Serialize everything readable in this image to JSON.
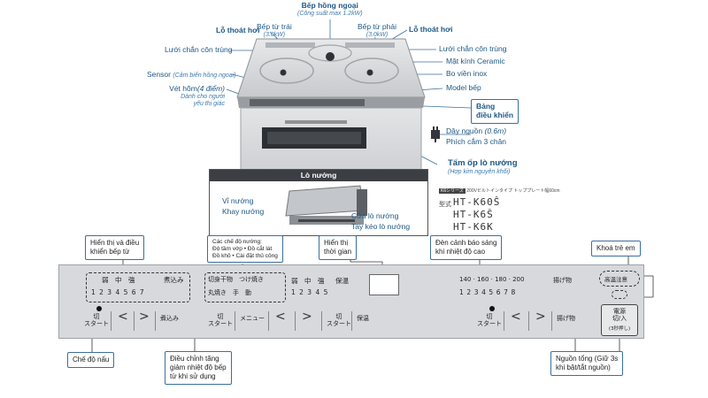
{
  "labels": {
    "bep_hong_ngoai": "Bếp hồng ngoại",
    "bep_hong_ngoai_sub": "(Công suất max 1.2kW)",
    "bep_tu_trai": "Bếp từ trái",
    "bep_tu_trai_sub": "(3.0kW)",
    "bep_tu_phai": "Bếp từ phải",
    "bep_tu_phai_sub": "(3.0kW)",
    "lo_thoat_hoi_left": "Lỗ thoát hơi",
    "lo_thoat_hoi_right": "Lỗ thoát hơi",
    "luoi_chan_left": "Lưới chắn côn trùng",
    "luoi_chan_right": "Lưới chắn côn trùng",
    "mat_kinh": "Mặt kính Ceramic",
    "bo_vien": "Bo viền inox",
    "sensor": "Sensor",
    "sensor_sub": "(Cảm biến hồng ngoại)",
    "vet_hom": "Vét hõm",
    "vet_hom_qty": "(4 điểm)",
    "vet_hom_sub1": "Dành cho người",
    "vet_hom_sub2": "yếu thị giác",
    "model_bep": "Model bếp",
    "bang_dieu_khien": "Bảng\nđiều khiển",
    "day_nguon": "Dây nguồn",
    "day_nguon_sub": "(0.6m)",
    "phich_cam": "Phích cắm 3 chân",
    "tam_op": "Tấm ốp lò nướng",
    "tam_op_sub": "(Hợp kim nguyên khối)",
    "lo_nuong": "Lò nướng",
    "vi_nuong": "Vỉ nướng",
    "khay_nuong": "Khay nướng",
    "cua_lo": "Cửa lò nướng",
    "tay_keo": "Tay kéo lò nướng"
  },
  "models": {
    "series_note": "K6シリーズ",
    "series_desc": "200Vビルトインタイプ トッププレート幅60cm",
    "kata": "型式",
    "m1": "HT-K60Ŝ",
    "m2": "HT-K6Ŝ",
    "m3": "HT-K6K"
  },
  "callouts": {
    "hien_thi_dieu_khien": "Hiển thị và điều\nkhiển bếp từ",
    "che_do_nuong": "Các chế độ nướng:\nĐộ tầm vớp • Đồ cắt lát\nĐồ khô • Cài đặt thủ công",
    "hien_thi_thoi_gian": "Hiển thị\nthời gian",
    "den_canh_bao": "Đèn cảnh báo sáng\nkhi nhiệt độ cao",
    "khoa_tre_em": "Khoá trẻ em",
    "che_do_nau": "Chế độ nấu",
    "dieu_chinh": "Điều chỉnh tăng\ngiảm nhiệt độ bếp\ntừ khi sử dụng",
    "nguon_tong": "Nguồn tổng (Giữ 3s\nkhi bật/tắt nguồn)"
  },
  "panel": {
    "left_levels": "弱　中　強",
    "left_nikomi": "煮込み",
    "left_nums": "1  2  3  4  5  6  7",
    "mode_row1": "切身干物　つけ焼き",
    "mode_row2": "丸焼き　手　動",
    "mid_levels": "弱　中　強",
    "mid_hoon": "保温",
    "mid_nums": "1  2  3  4  5",
    "temps": "140 · 160 · 180 · 200",
    "agemono": "揚げ物",
    "right_nums": "1  2  3  4  5  6  7  8",
    "kounetsu": "高温注意",
    "btn_kiri_start": "切\nスタート",
    "btn_nikomi": "煮込み",
    "btn_menu": "メニュー",
    "btn_hoon": "保温",
    "btn_agemono": "揚げ物",
    "btn_power": "電源\n切/入",
    "power_sub": "(3秒押し)",
    "prev": "<",
    "next": ">"
  },
  "colors": {
    "label_blue": "#1d5786",
    "panel_gray": "#d7d9dc",
    "line_blue": "#3b6f9c"
  }
}
